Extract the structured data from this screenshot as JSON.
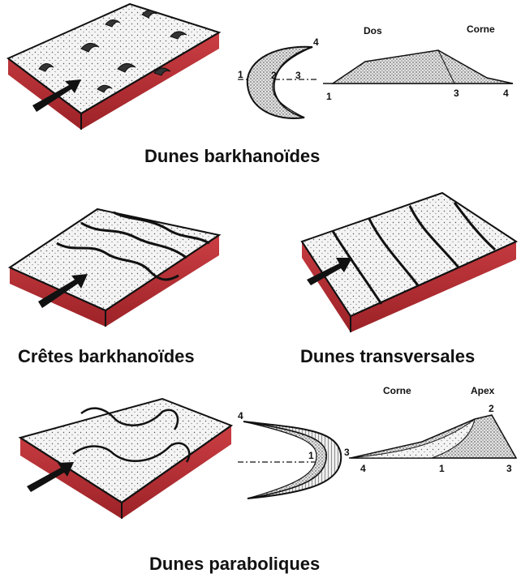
{
  "captions": {
    "barkhanoid_dunes": "Dunes barkhanoïdes",
    "barkhanoid_ridges": "Crêtes barkhanoïdes",
    "transverse_dunes": "Dunes transversales",
    "parabolic_dunes": "Dunes paraboliques"
  },
  "barchan_plan": {
    "labels": [
      "1",
      "2",
      "3",
      "4"
    ]
  },
  "barchan_profile": {
    "back_label": "Dos",
    "horn_label": "Corne",
    "labels": [
      "1",
      "3",
      "4"
    ]
  },
  "parabolic_plan": {
    "labels": [
      "1",
      "3",
      "4"
    ]
  },
  "parabolic_profile": {
    "horn_label": "Corne",
    "apex_label": "Apex",
    "labels": [
      "2",
      "4",
      "1",
      "3"
    ]
  },
  "colors": {
    "block_side": "#c8393f",
    "block_side_dark": "#8f1f24",
    "sand": "#f2f2f2",
    "ink": "#111111"
  }
}
